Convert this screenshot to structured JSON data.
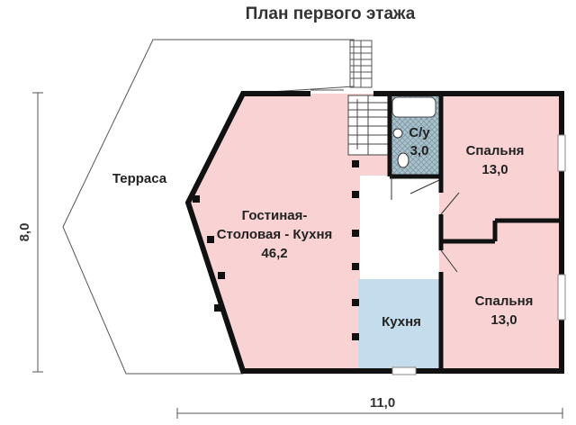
{
  "title": "План первого этажа",
  "dimensions": {
    "height": "8,0",
    "width": "11,0"
  },
  "rooms": {
    "terrace": {
      "name": "Терраса"
    },
    "living": {
      "line1": "Гостиная-",
      "line2": "Столовая - Кухня",
      "area": "46,2"
    },
    "bathroom": {
      "name": "С/у",
      "area": "3,0"
    },
    "bedroom1": {
      "name": "Спальня",
      "area": "13,0"
    },
    "bedroom2": {
      "name": "Спальня",
      "area": "13,0"
    },
    "kitchen": {
      "name": "Кухня"
    }
  },
  "colors": {
    "floor": "#f9d3d3",
    "kitchen": "#c5dcec",
    "bathroom_tile": "#a9c2cc",
    "wall": "#111111",
    "window": "#ffffff",
    "outline": "#555555"
  }
}
